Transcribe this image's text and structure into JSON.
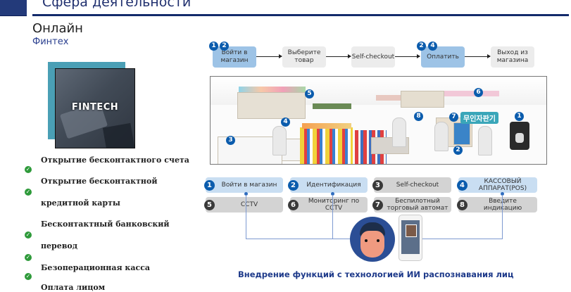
{
  "header": {
    "title": "Сфера деятельности",
    "section": "Онлайн",
    "subsection": "Финтех"
  },
  "fintech_image": {
    "label": "FINTECH"
  },
  "features": [
    "Открытие бесконтактного счета",
    "Открытие бесконтактной",
    "кредитной карты",
    "Бесконтактный банковский",
    "перевод",
    "Безоперационная касса",
    "Оплата лицом"
  ],
  "flow": {
    "steps": [
      {
        "label": "Войти в магазин",
        "highlight": true,
        "badges": [
          "1",
          "2"
        ]
      },
      {
        "label": "Выберите товар",
        "highlight": false,
        "badges": []
      },
      {
        "label": "Self-checkout",
        "highlight": false,
        "badges": []
      },
      {
        "label": "Оплатить",
        "highlight": true,
        "badges": [
          "2",
          "4"
        ]
      },
      {
        "label": "Выход из магазина",
        "highlight": false,
        "badges": []
      }
    ]
  },
  "store_illustration": {
    "markers": [
      "1",
      "2",
      "3",
      "4",
      "5",
      "6",
      "7",
      "8"
    ],
    "sign_text": "무인자판기"
  },
  "functions": [
    {
      "num": "1",
      "label": "Войти в магазин",
      "style": "blue"
    },
    {
      "num": "2",
      "label": "Идентификация",
      "style": "blue"
    },
    {
      "num": "3",
      "label": "Self-checkout",
      "style": "grey"
    },
    {
      "num": "4",
      "label": "КАССОВЫЙ АППАРАТ(POS)",
      "style": "blue"
    },
    {
      "num": "5",
      "label": "CCTV",
      "style": "grey"
    },
    {
      "num": "6",
      "label": "Мониторинг по CCTV",
      "style": "grey"
    },
    {
      "num": "7",
      "label": "Беспилотный торговый автомат",
      "style": "grey"
    },
    {
      "num": "8",
      "label": "Введите индикацию",
      "style": "grey"
    }
  ],
  "footer": {
    "caption": "Внедрение функций  с технологией ИИ распознавания  лиц"
  },
  "colors": {
    "brand_navy": "#132a6b",
    "highlight_blue": "#9dc3e6",
    "badge_blue": "#0b5cad",
    "check_green": "#2e9a3a"
  }
}
